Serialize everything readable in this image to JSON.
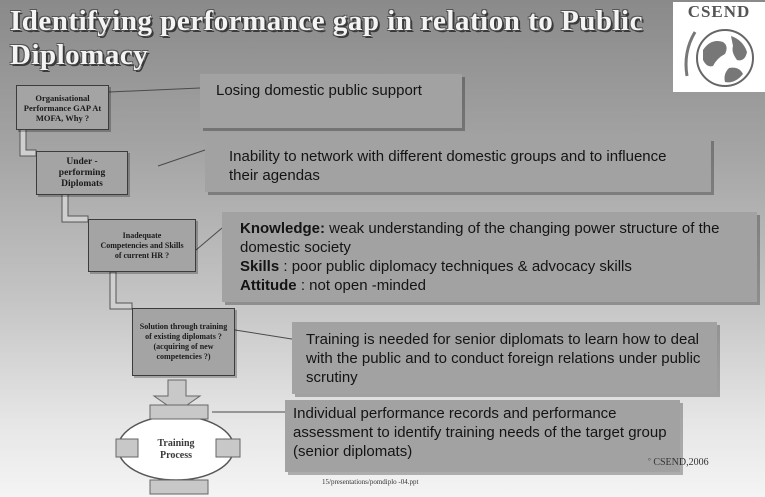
{
  "title": "Identifying performance gap in relation to Public Diplomacy",
  "logo": {
    "text": "CSEND"
  },
  "flow": {
    "org_gap": "Organisational Performance GAP At MOFA, Why ?",
    "under": "Under - performing Diplomats",
    "inadequate": "Inadequate Competencies and Skills of current HR ?",
    "solution": "Solution through training of existing diplomats ? (acquiring of new competencies ?)",
    "training": "Training Process"
  },
  "notes": {
    "losing": "Losing domestic public support",
    "inability": "Inability to network with different domestic groups and to influence their agendas",
    "knowledge_label": "Knowledge:",
    "knowledge_text": " weak understanding of the changing power structure of the domestic society",
    "skills_label": "Skills",
    "skills_text": " : poor public diplomacy techniques & advocacy skills",
    "attitude_label": "Attitude",
    "attitude_text": " : not open -minded",
    "training_needed": "Training is needed for senior diplomats to learn how to deal with the public and to conduct foreign relations under public scrutiny",
    "individual": "Individual performance records and performance assessment to identify training needs of the target group (senior diplomats)"
  },
  "footer": {
    "path": "15/presentations/pomdiplo    -04.ppt",
    "copyright": "CSEND,2006"
  }
}
